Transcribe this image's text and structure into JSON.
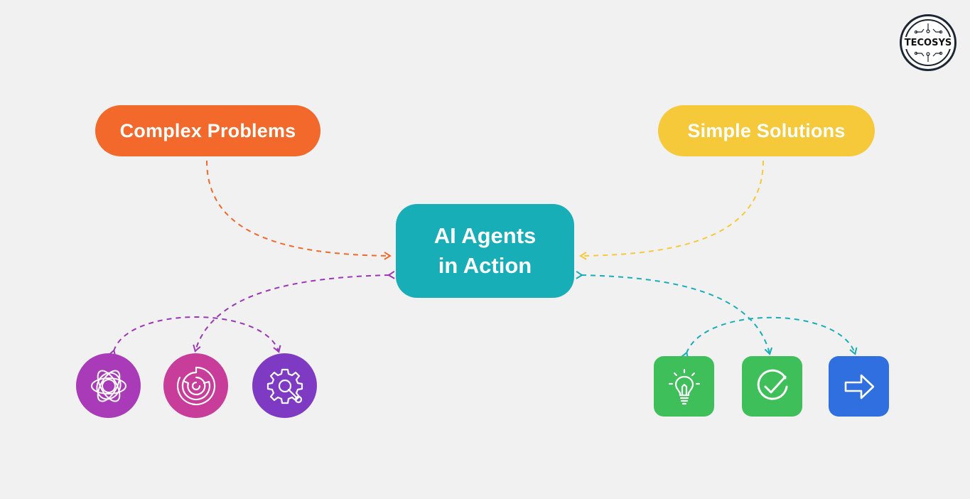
{
  "diagram": {
    "center": {
      "line1": "AI Agents",
      "line2": "in Action",
      "color": "#17aeb8"
    },
    "problems": {
      "label": "Complex Problems",
      "color": "#f2692b"
    },
    "solutions": {
      "label": "Simple Solutions",
      "color": "#f6c93a"
    },
    "problem_icons": [
      {
        "icon": "tangled-orbits-icon",
        "color": "#a93bb8"
      },
      {
        "icon": "maze-icon",
        "color": "#c83c9a"
      },
      {
        "icon": "gear-wrench-icon",
        "color": "#7f3ac4"
      }
    ],
    "solution_icons": [
      {
        "icon": "lightbulb-icon",
        "color": "#3fbf5a"
      },
      {
        "icon": "checkmark-icon",
        "color": "#3fbf5a"
      },
      {
        "icon": "arrow-right-icon",
        "color": "#2f6fe0"
      }
    ],
    "connector_colors": {
      "problems": "#f2692b",
      "solutions": "#f6c93a",
      "left_branch": "#9b36b8",
      "right_branch": "#17aeb8"
    }
  },
  "logo": {
    "text": "TECOSYS"
  }
}
